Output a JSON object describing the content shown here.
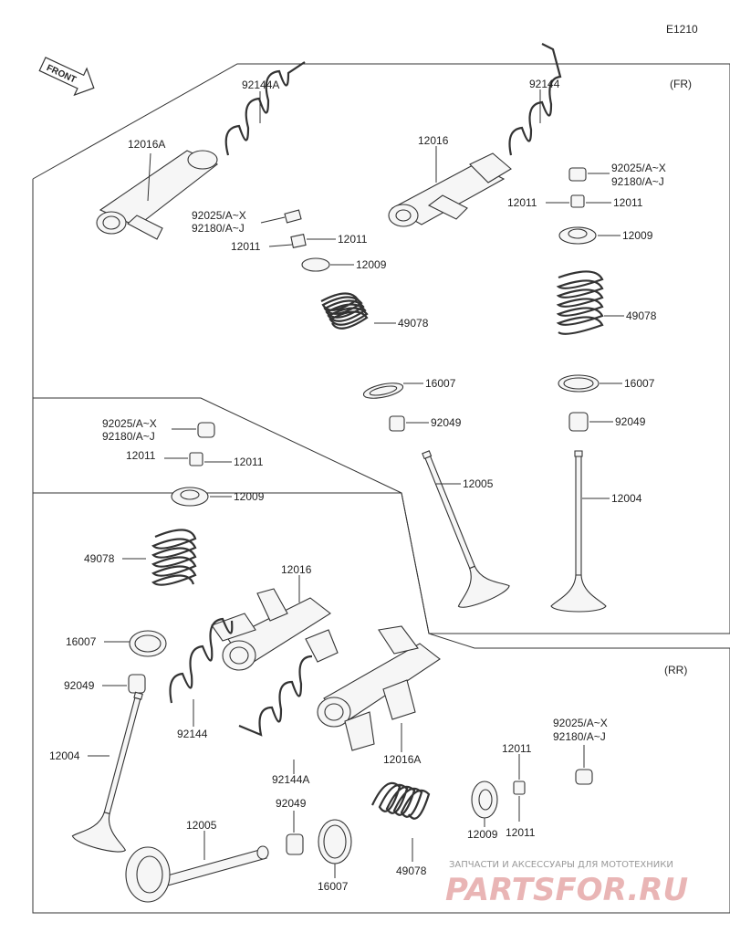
{
  "diagram": {
    "code": "E1210",
    "front_label": "FRONT",
    "section_fr": "(FR)",
    "section_rr": "(RR)",
    "parts": {
      "p12016A": "12016A",
      "p92144A": "92144A",
      "p12016": "12016",
      "p92144": "92144",
      "p92025": "92025/A~X",
      "p92180": "92180/A~J",
      "p12011": "12011",
      "p12009": "12009",
      "p49078": "49078",
      "p16007": "16007",
      "p92049": "92049",
      "p12005": "12005",
      "p12004": "12004"
    },
    "watermark_text": "ЗАПЧАСТИ И АКСЕССУАРЫ ДЛЯ МОТОТЕХНИКИ",
    "watermark_logo": "PARTSFOR.RU"
  }
}
